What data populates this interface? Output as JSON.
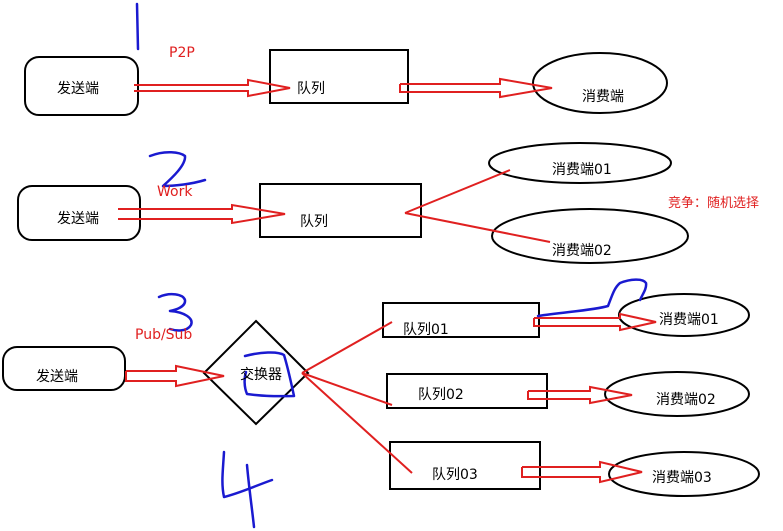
{
  "colors": {
    "line": "#000000",
    "arrow": "#e02020",
    "ink": "#1a1ad0",
    "annotation": "#e02020"
  },
  "sections": [
    {
      "mode_label": "P2P",
      "producer": "发送端",
      "queue": "队列",
      "consumers": [
        "消费端"
      ]
    },
    {
      "mode_label": "Work",
      "producer": "发送端",
      "queue": "队列",
      "consumers": [
        "消费端01",
        "消费端02"
      ],
      "note": "竞争：随机选择"
    },
    {
      "mode_label": "Pub/Sub",
      "producer": "发送端",
      "exchange": "交换器",
      "queues": [
        "队列01",
        "队列02",
        "队列03"
      ],
      "consumers": [
        "消费端01",
        "消费端02",
        "消费端03"
      ]
    }
  ],
  "handwritten_numbers": [
    "1",
    "2",
    "3",
    "4"
  ]
}
